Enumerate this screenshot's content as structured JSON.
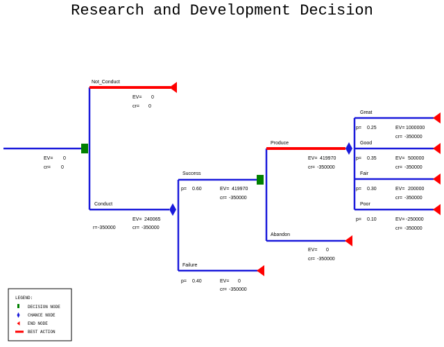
{
  "title": "Research and Development Decision",
  "colors": {
    "branch": "#1a1adb",
    "best_action": "#ff0000",
    "decision_node": "#008000",
    "chance_node": "#1a1adb",
    "end_node": "#ff0000"
  },
  "root": {
    "ev_label": "EV=",
    "ev_value": "0",
    "cr_label": "cr=",
    "cr_value": "0"
  },
  "decision1": {
    "not_conduct": {
      "label": "Not_Conduct",
      "ev_label": "EV=",
      "ev_value": "0",
      "cr_label": "cr=",
      "cr_value": "0"
    },
    "conduct": {
      "label": "Conduct",
      "ev_label": "EV=",
      "ev_value": "240065",
      "r_label": "r=",
      "r_value": "-350000",
      "cr_label": "cr=",
      "cr_value": "-350000"
    }
  },
  "chance1": {
    "success": {
      "label": "Success",
      "p_label": "p=",
      "p_value": "0.60",
      "ev_label": "EV=",
      "ev_value": "419970",
      "cr_label": "cr=",
      "cr_value": "-350000"
    },
    "failure": {
      "label": "Failure",
      "p_label": "p=",
      "p_value": "0.40",
      "ev_label": "EV=",
      "ev_value": "0",
      "cr_label": "cr=",
      "cr_value": "-350000"
    }
  },
  "decision2": {
    "produce": {
      "label": "Produce",
      "ev_label": "EV=",
      "ev_value": "419970",
      "cr_label": "cr=",
      "cr_value": "-350000"
    },
    "abandon": {
      "label": "Abandon",
      "ev_label": "EV=",
      "ev_value": "0",
      "cr_label": "cr=",
      "cr_value": "-350000"
    }
  },
  "chance2": {
    "great": {
      "label": "Great",
      "p_label": "p=",
      "p_value": "0.25",
      "ev_label": "EV=",
      "ev_value": "1000000",
      "cr_label": "cr=",
      "cr_value": "-350000"
    },
    "good": {
      "label": "Good",
      "p_label": "p=",
      "p_value": "0.35",
      "ev_label": "EV=",
      "ev_value": "500000",
      "cr_label": "cr=",
      "cr_value": "-350000"
    },
    "fair": {
      "label": "Fair",
      "p_label": "p=",
      "p_value": "0.30",
      "ev_label": "EV=",
      "ev_value": "200000",
      "cr_label": "cr=",
      "cr_value": "-350000"
    },
    "poor": {
      "label": "Poor",
      "p_label": "p=",
      "p_value": "0.10",
      "ev_label": "EV=",
      "ev_value": "-250000",
      "cr_label": "cr=",
      "cr_value": "-350000"
    }
  },
  "legend": {
    "heading": "LEGEND:",
    "decision_node": "DECISION NODE",
    "chance_node": "CHANCE NODE",
    "end_node": "END NODE",
    "best_action": "BEST ACTION"
  }
}
